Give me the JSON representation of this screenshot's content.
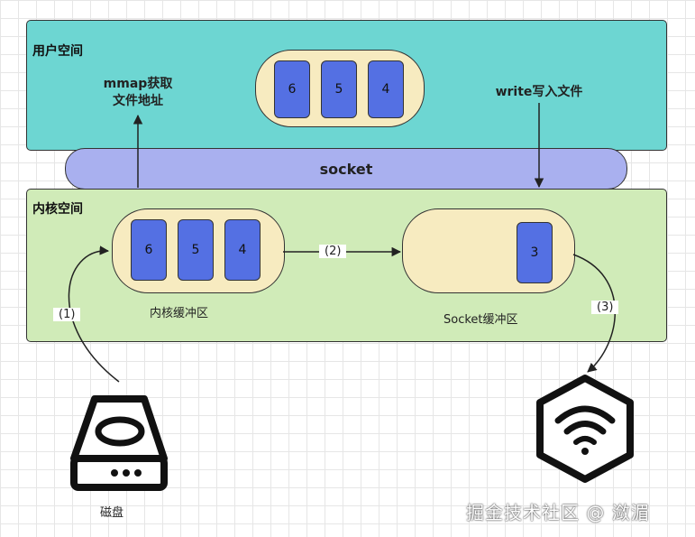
{
  "user_space": {
    "title": "用户空间",
    "mmap_label_line1": "mmap获取",
    "mmap_label_line2": "文件地址",
    "write_label": "write写入文件",
    "buffer_blocks": [
      "6",
      "5",
      "4"
    ]
  },
  "socket": {
    "label": "socket"
  },
  "kernel_space": {
    "title": "内核空间",
    "kernel_buffer": {
      "label": "内核缓冲区",
      "blocks": [
        "6",
        "5",
        "4"
      ]
    },
    "socket_buffer": {
      "label": "Socket缓冲区",
      "blocks": [
        "3"
      ]
    }
  },
  "steps": {
    "s1": "(1)",
    "s2": "(2)",
    "s3": "(3)"
  },
  "disk": {
    "label": "磁盘"
  },
  "network": {
    "icon": "wifi-icon"
  },
  "watermark": "掘金技术社区 @ 潋湄"
}
